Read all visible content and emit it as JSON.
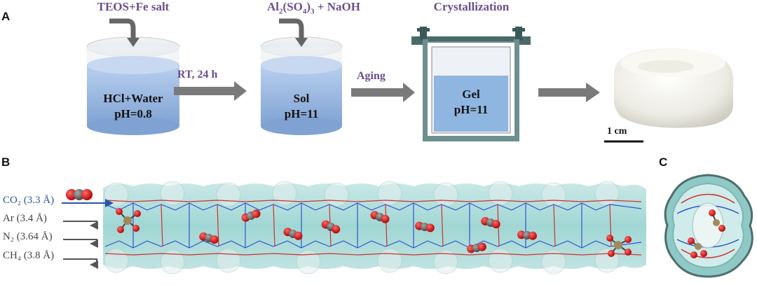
{
  "panels": {
    "a": "A",
    "b": "B",
    "c": "C"
  },
  "steps": [
    {
      "title": "TEOS+Fe salt",
      "content_line1": "HCl+Water",
      "content_line2": "pH=0.8"
    },
    {
      "title_main": "Al",
      "title_sub1": "2",
      "title_mid": "(SO",
      "title_sub2": "4",
      "title_end": ")",
      "title_sub3": "3",
      "title_tail": " + NaOH",
      "content_line1": "Sol",
      "content_line2": "pH=11"
    },
    {
      "title": "Crystallization",
      "content_line1": "Gel",
      "content_line2": "pH=11"
    }
  ],
  "arrow_labels": {
    "first": "RT, 24 h",
    "second": "Aging"
  },
  "scale_bar": "1 cm",
  "molecules": [
    {
      "name": "CO₂ (3.3 Å)",
      "color": "#2a55a8",
      "passes": true
    },
    {
      "name": "Ar (3.4 Å)",
      "color": "#444444",
      "passes": false
    },
    {
      "name": "N₂ (3.64 Å)",
      "color": "#444444",
      "passes": false
    },
    {
      "name": "CH₄ (3.8 Å)",
      "color": "#444444",
      "passes": false
    }
  ],
  "colors": {
    "title_purple": "#6b4e8f",
    "liquid_blue": "#8fb1dc",
    "arrow_gray": "#7a7a7a",
    "channel_teal": "#9fd0d0",
    "framework_blue": "#2a55d0",
    "framework_red": "#d03030",
    "oxygen_red": "#d01818",
    "carbon_gray": "#666666"
  }
}
